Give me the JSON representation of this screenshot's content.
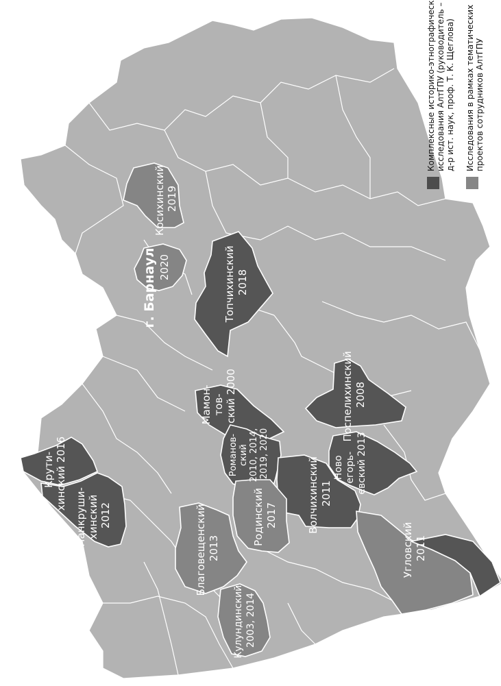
{
  "legend": {
    "items": [
      {
        "lines": [
          "Комплексные историко-этнографические",
          "исследования АлтГПУ (руководитель –",
          "д-р ист. наук, проф. Т. К. Щеглова)"
        ],
        "color": "#4d4d4d"
      },
      {
        "lines": [
          "Исследования в рамках тематических",
          "проектов сотрудников АлтГПУ"
        ],
        "color": "#868686"
      }
    ]
  },
  "districts": {
    "kosikhinsky": [
      "Косихинский",
      "2019"
    ],
    "barnaul_year": [
      "2020"
    ],
    "barnaul_name": [
      "г. Барнаул"
    ],
    "topchikhinsky": [
      "Топчихинский",
      "2018"
    ],
    "mamontovsky": [
      "Мамон-",
      "тов-",
      "ский 2000"
    ],
    "pospelikhinsky": [
      "Поспелихинский",
      "2008"
    ],
    "krutikhinsky": [
      "Крути-",
      "хинский 2016"
    ],
    "pankrushikhinsky": [
      "Панкруши-",
      "хинский",
      "2012"
    ],
    "romanovsky": [
      "Романов-",
      "ский",
      "2010, 2014,",
      "2019, 2020"
    ],
    "novoegorievsky": [
      "Ново",
      "егорь-",
      "евский 2013"
    ],
    "volchikhinsky": [
      "Волчихинский",
      "2011"
    ],
    "rodinsky": [
      "Родинский",
      "2017"
    ],
    "blagoveshchensky": [
      "Благовещенский",
      "2013"
    ],
    "uglovsky": [
      "Угловский",
      "2011"
    ],
    "kulundinsky": [
      "Кулундинский",
      "2003, 2014"
    ]
  },
  "colors": {
    "base": "#b3b3b3",
    "dark": "#555555",
    "mid": "#858585",
    "border": "#ffffff"
  }
}
